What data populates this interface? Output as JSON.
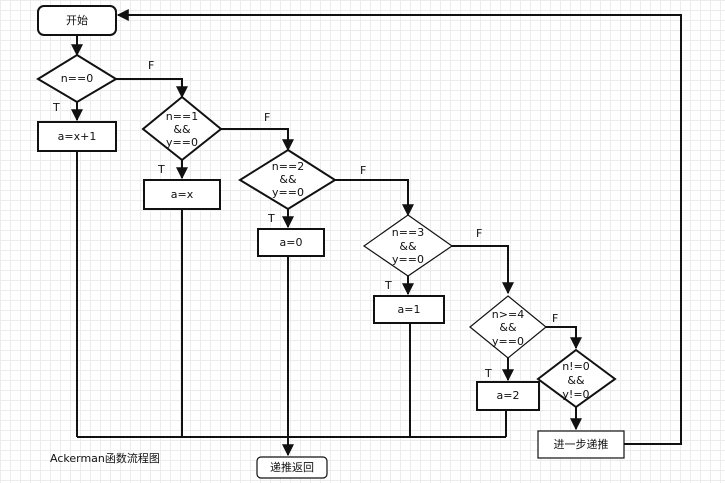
{
  "nodes": {
    "start": "开始",
    "d1": [
      "n==0"
    ],
    "d2": [
      "n==1",
      "&&",
      "y==0"
    ],
    "d3": [
      "n==2",
      "&&",
      "y==0"
    ],
    "d4": [
      "n==3",
      "&&",
      "y==0"
    ],
    "d5": [
      "n>=4",
      "&&",
      "y==0"
    ],
    "d6": [
      "n!=0",
      "&&",
      "y!=0"
    ],
    "p1": "a=x+1",
    "p2": "a=x",
    "p3": "a=0",
    "p4": "a=1",
    "p5": "a=2",
    "recurse": "进一步递推",
    "end": "递推返回"
  },
  "edge_labels": {
    "true": "T",
    "false": "F"
  },
  "caption": "Ackerman函数流程图"
}
